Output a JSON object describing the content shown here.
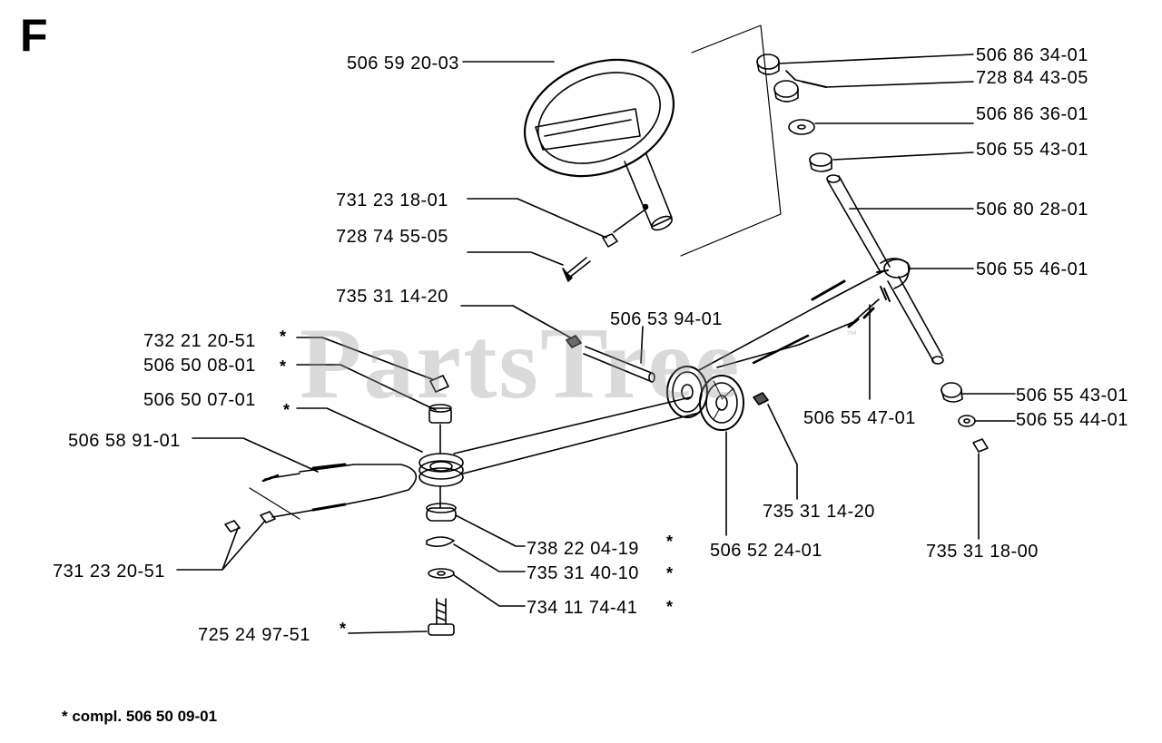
{
  "section_letter": "F",
  "watermark": "PartsTree",
  "watermark_tm": "™",
  "footnote": "* compl. 506 50 09-01",
  "star_mark": "*",
  "part_labels": {
    "steering_wheel": "506 59 20-03",
    "nut_column_top": "731 23 18-01",
    "screw_column": "728 74 55-05",
    "nut_pulley_axle_left": "735 31 14-20",
    "nut_a": "732 21 20-51",
    "bushing_a": "506 50 08-01",
    "bushing_b": "506 50 07-01",
    "cable_assembly": "506 58 91-01",
    "nut_cable_end": "731 23 20-51",
    "pulley_axle": "506 53 94-01",
    "bearing": "738 22 04-19",
    "clip": "735 31 40-10",
    "washer": "734 11 74-41",
    "bolt": "725 24 97-51",
    "pulley_pair": "506 52 24-01",
    "nut_pulley_axle_right": "735 31 14-20",
    "spring": "506 55 47-01",
    "bushing_right_upper": "506 55 43-01",
    "washer_right": "506 55 44-01",
    "nut_right": "735 31 18-00",
    "cap_top": "506 86 34-01",
    "screw_top": "728 84 43-05",
    "washer_top": "506 86 36-01",
    "bushing_top": "506 55 43-01",
    "steering_shaft": "506 80 28-01",
    "bracket": "506 55 46-01"
  }
}
